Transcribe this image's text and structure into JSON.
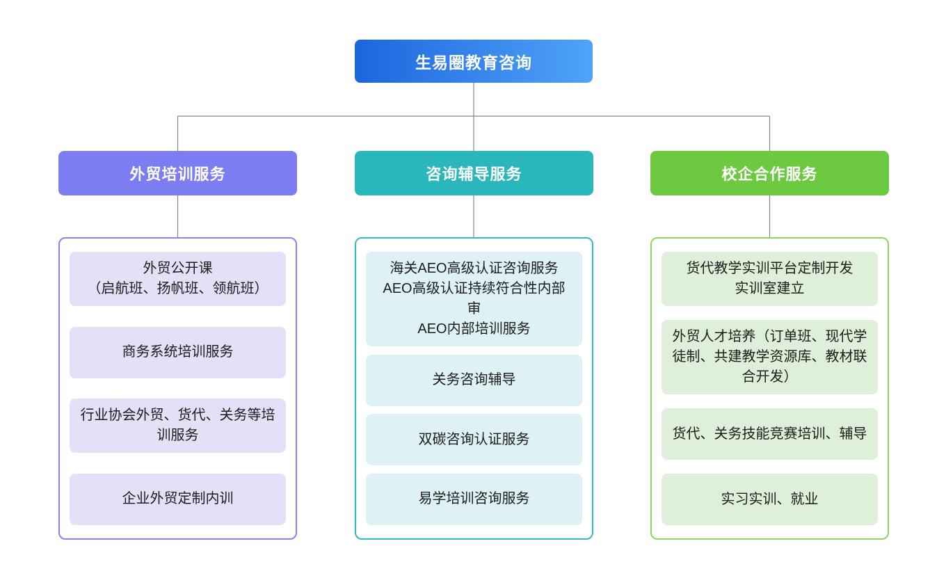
{
  "root": {
    "label": "生易圈教育咨询"
  },
  "branches": [
    {
      "id": "foreign-trade-training",
      "label": "外贸培训服务",
      "header_color": "#7b7df0",
      "border_color": "#8385f3",
      "item_bg": "#e3e1f8",
      "items": [
        "外贸公开课\n（启航班、扬帆班、领航班）",
        "商务系统培训服务",
        "行业协会外贸、货代、关务等培训服务",
        "企业外贸定制内训"
      ]
    },
    {
      "id": "consulting-coaching",
      "label": "咨询辅导服务",
      "header_color": "#29b7bc",
      "border_color": "#30bcc1",
      "item_bg": "#def1f4",
      "items": [
        "海关AEO高级认证咨询服务\nAEO高级认证持续符合性内部审\nAEO内部培训服务",
        "关务咨询辅导",
        "双碳咨询认证服务",
        "易学培训咨询服务"
      ]
    },
    {
      "id": "school-enterprise-cooperation",
      "label": "校企合作服务",
      "header_color": "#6dc940",
      "border_color": "#8ed45f",
      "item_bg": "#dff0da",
      "items": [
        "货代教学实训平台定制开发\n实训室建立",
        "外贸人才培养（订单班、现代学徒制、共建教学资源库、教材联合开发）",
        "货代、关务技能竞赛培训、辅导",
        "实习实训、就业"
      ]
    }
  ],
  "colors": {
    "root_gradient_start": "#1c66de",
    "root_gradient_end": "#4fa3f8",
    "connector": "#7e8894",
    "background": "#ffffff",
    "item_text": "#1c1c1c",
    "header_text": "#ffffff"
  }
}
